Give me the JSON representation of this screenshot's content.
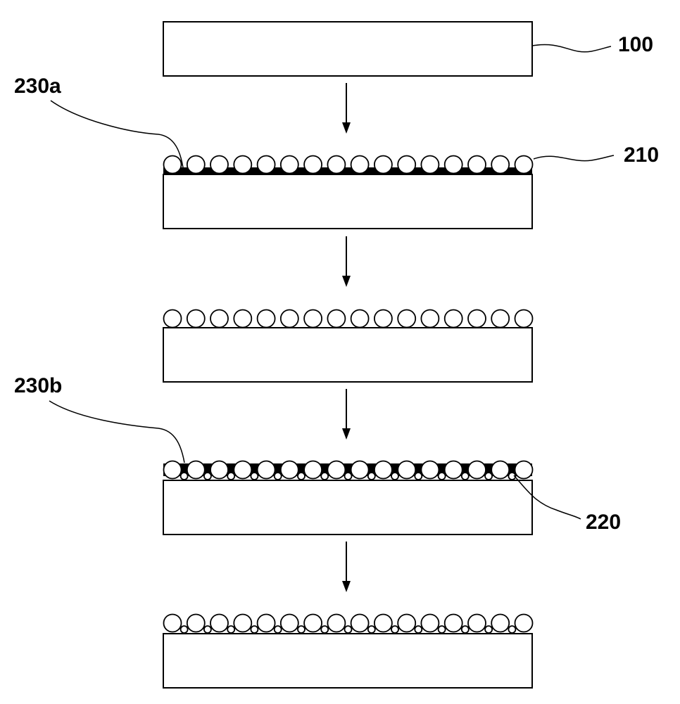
{
  "figure": {
    "stages": [
      {
        "id": "stage-1"
      },
      {
        "id": "stage-2"
      },
      {
        "id": "stage-3"
      },
      {
        "id": "stage-4"
      },
      {
        "id": "stage-5"
      }
    ],
    "labels": {
      "substrate": "100",
      "large_particles": "210",
      "small_particles": "220",
      "binder_first": "230a",
      "binder_second": "230b"
    },
    "particles_per_layer": 16,
    "colors": {
      "line": "#000000",
      "fill": "#ffffff",
      "binder": "#000000"
    }
  }
}
